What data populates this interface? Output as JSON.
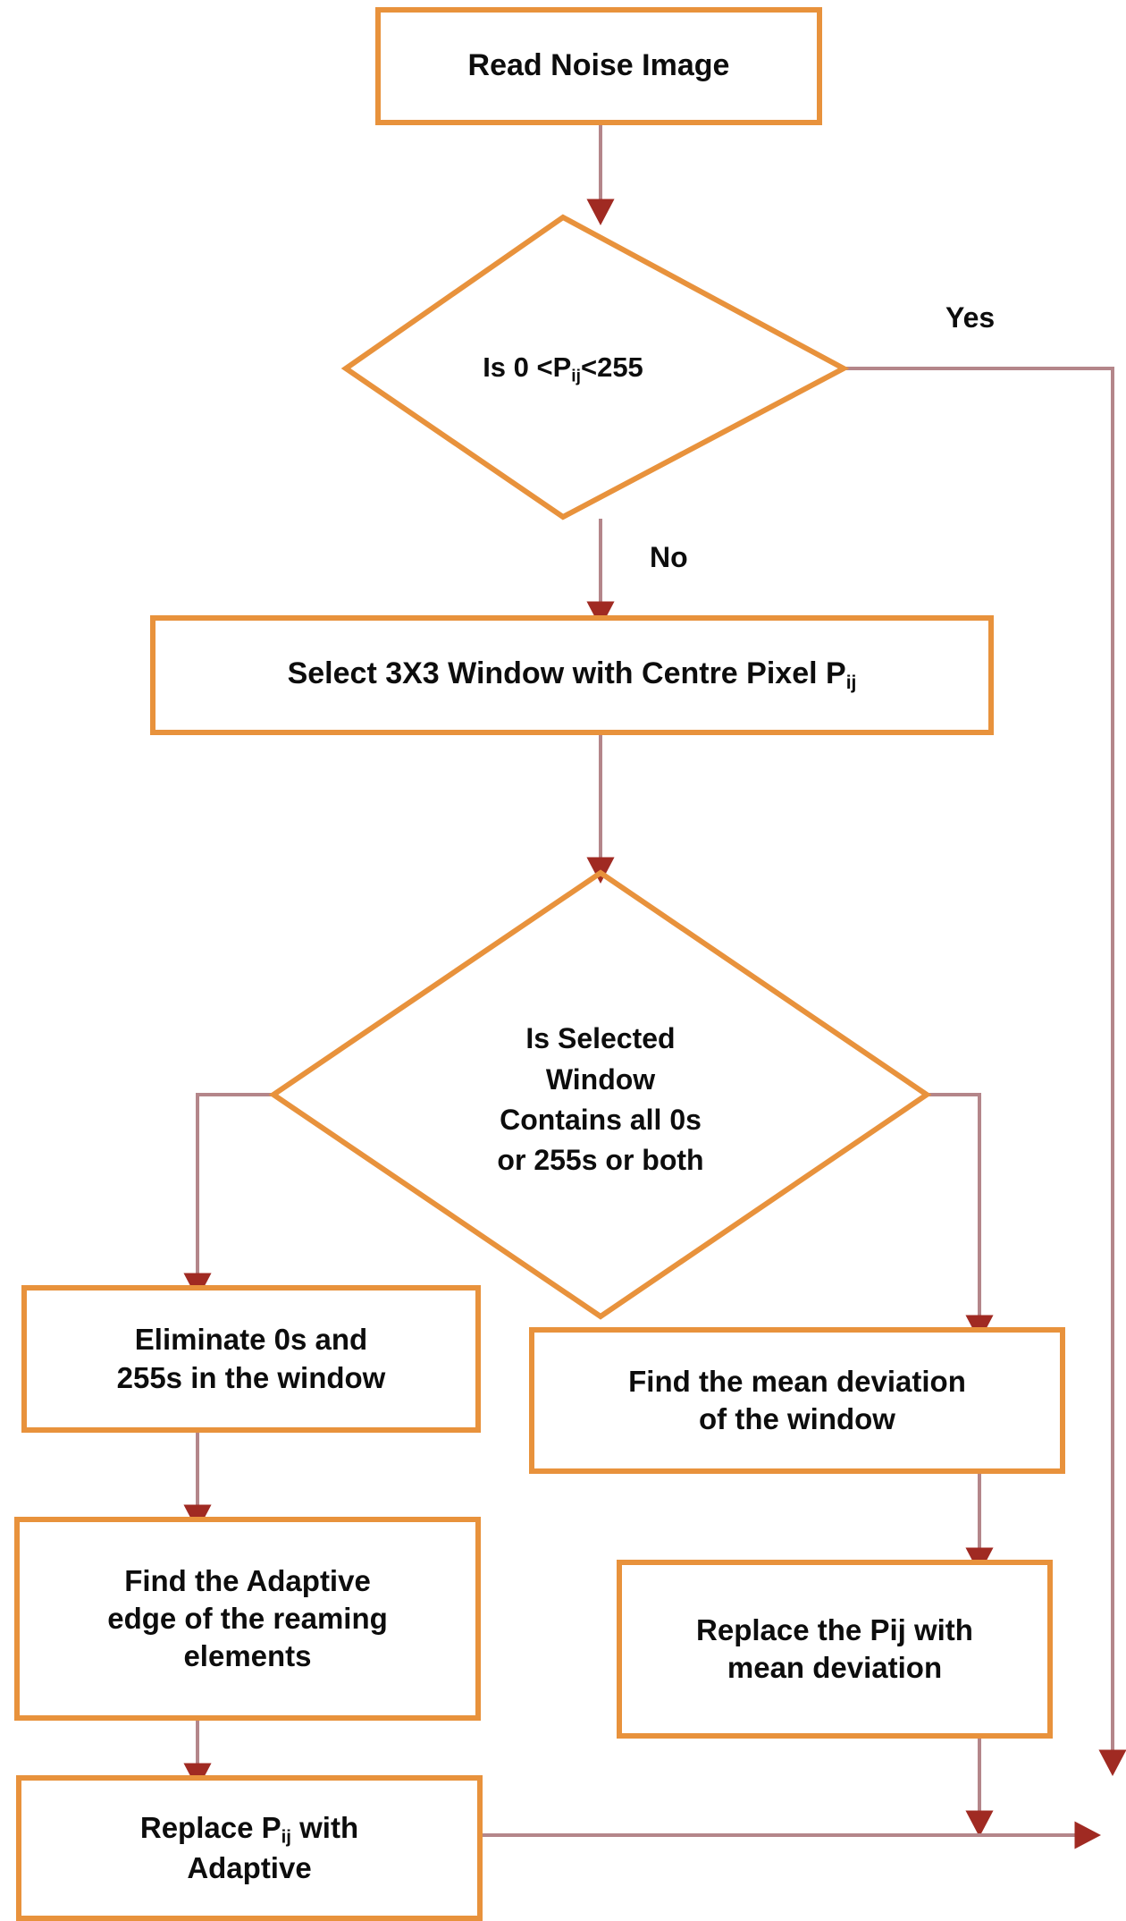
{
  "diagram": {
    "title": "Adaptive noise removal flowchart",
    "colors": {
      "node_border": "#E8923C",
      "node_fill": "#FFFFFF",
      "connector_line": "#B4868A",
      "arrow_head": "#A02A22",
      "text": "#0D0D0D"
    },
    "nodes": [
      {
        "id": "read-noise-image",
        "type": "process",
        "lines": [
          "Read Noise Image"
        ]
      },
      {
        "id": "is-pij-in-range",
        "type": "decision",
        "lines": [
          "Is 0 <P",
          "ij",
          "<255"
        ],
        "text_plain": "Is 0 <Pij<255"
      },
      {
        "id": "select-window",
        "type": "process",
        "lines": [
          "Select 3X3 Window with Centre Pixel P",
          "ij"
        ],
        "text_plain": "Select 3X3 Window with Centre Pixel Pij"
      },
      {
        "id": "window-contains-extremes",
        "type": "decision",
        "lines": [
          "Is Selected",
          "Window",
          "Contains all 0s",
          "or 255s or both"
        ]
      },
      {
        "id": "eliminate-extremes",
        "type": "process",
        "lines": [
          "Eliminate 0s and",
          "255s in the window"
        ]
      },
      {
        "id": "find-mean-deviation",
        "type": "process",
        "lines": [
          "Find the mean deviation",
          "of the window"
        ]
      },
      {
        "id": "find-adaptive-edge",
        "type": "process",
        "lines": [
          "Find the Adaptive",
          "edge of the reaming",
          "elements"
        ]
      },
      {
        "id": "replace-with-mean-deviation",
        "type": "process",
        "lines": [
          "Replace the Pij with",
          "mean deviation"
        ]
      },
      {
        "id": "replace-with-adaptive",
        "type": "process",
        "lines": [
          "Replace P",
          "ij",
          " with",
          "Adaptive"
        ],
        "text_plain": "Replace Pij with Adaptive"
      }
    ],
    "edge_labels": {
      "yes": "Yes",
      "no": "No"
    }
  }
}
